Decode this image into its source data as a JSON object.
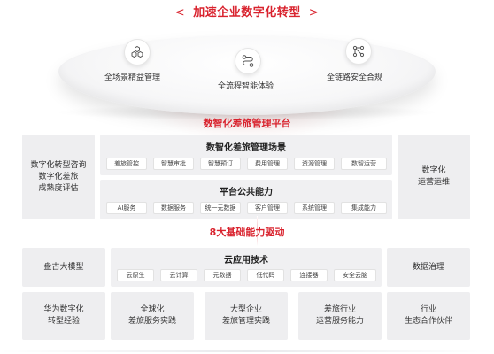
{
  "header": {
    "title": "加速企业数字化转型",
    "left_bracket": "<",
    "right_bracket": ">"
  },
  "dome": {
    "features": [
      {
        "label": "全场景精益管理",
        "icon": "hexagon-cluster-icon"
      },
      {
        "label": "全流程智能体验",
        "icon": "workflow-icon"
      },
      {
        "label": "全链路安全合规",
        "icon": "network-nodes-icon"
      }
    ]
  },
  "platform": {
    "title": "数智化差旅管理平台"
  },
  "left_top": {
    "label": "数字化转型咨询\n数字化差旅\n成熟度评估"
  },
  "right_top": {
    "label": "数字化\n运营运维"
  },
  "scenario": {
    "title": "数智化差旅管理场景",
    "chips": [
      "差旅管控",
      "智慧审批",
      "智慧预订",
      "费用管理",
      "资源管理",
      "数智运营"
    ]
  },
  "public": {
    "title": "平台公共能力",
    "chips": [
      "AI服务",
      "数据服务",
      "统一元数据",
      "客户管理",
      "系统管理",
      "集成能力"
    ]
  },
  "drive": {
    "title": "8大基础能力驱动"
  },
  "left_mid": {
    "label": "盘古大模型"
  },
  "cloud": {
    "title": "云应用技术",
    "chips": [
      "云原生",
      "云计算",
      "元数据",
      "低代码",
      "连接器",
      "安全云脑"
    ]
  },
  "right_mid": {
    "label": "数据治理"
  },
  "bottom": [
    {
      "label": "华为数字化\n转型经验"
    },
    {
      "label": "全球化\n差旅服务实践"
    },
    {
      "label": "大型企业\n差旅管理实践"
    },
    {
      "label": "差旅行业\n运营服务能力"
    },
    {
      "label": "行业\n生态合作伙伴"
    }
  ],
  "colors": {
    "accent": "#d9232e",
    "box": "#eeeef0",
    "chip": "#ffffff"
  }
}
